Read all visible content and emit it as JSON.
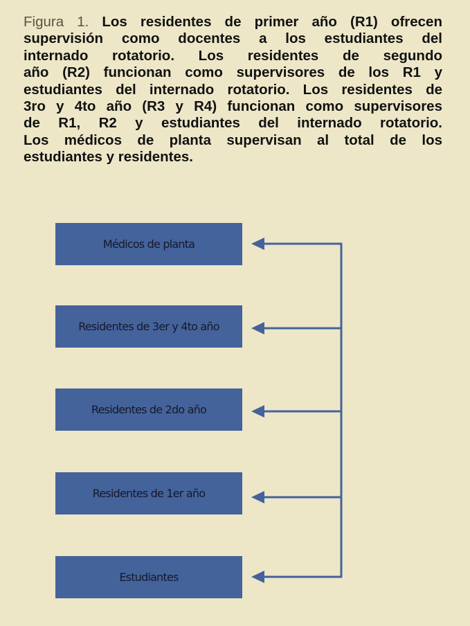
{
  "caption": {
    "figure_label": "Figura 1.",
    "lines": [
      "Los residentes de primer año (R1) ofrecen",
      "supervisión como docentes a los estudiantes del",
      "internado rotatorio. Los residentes de segundo",
      "año (R2) funcionan como supervisores de los R1 y",
      "estudiantes del internado rotatorio. Los residentes de",
      "3ro y 4to año (R3 y R4) funcionan como supervisores",
      "de R1, R2 y estudiantes del internado rotatorio.",
      "Los médicos de planta supervisan al total de los",
      "estudiantes y residentes."
    ]
  },
  "diagram": {
    "boxes": [
      {
        "label": "Médicos de planta"
      },
      {
        "label": "Residentes de 3er y 4to año"
      },
      {
        "label": "Residentes de 2do año"
      },
      {
        "label": "Residentes de 1er año"
      },
      {
        "label": "Estudiantes"
      }
    ],
    "colors": {
      "box": "#44639b",
      "arrow": "#44639b",
      "background": "#ede7c8"
    }
  }
}
